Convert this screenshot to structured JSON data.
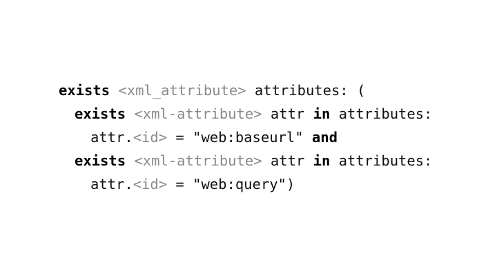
{
  "code": {
    "line1": {
      "kw_exists": "exists",
      "type": "<xml_attribute>",
      "rest": " attributes: ("
    },
    "line2": {
      "kw_exists": "exists",
      "type": "<xml-attribute>",
      "var": " attr ",
      "kw_in": "in",
      "rest": " attributes:"
    },
    "line3": {
      "prefix": "attr.",
      "type": "<id>",
      "rest": " = \"web:baseurl\" ",
      "kw_and": "and"
    },
    "line4": {
      "kw_exists": "exists",
      "type": "<xml-attribute>",
      "var": " attr ",
      "kw_in": "in",
      "rest": " attributes:"
    },
    "line5": {
      "prefix": "attr.",
      "type": "<id>",
      "rest": " = \"web:query\")"
    }
  },
  "colors": {
    "keyword": "#000000",
    "type_placeholder": "#8a8a8a",
    "text": "#111111",
    "background": "#ffffff"
  }
}
